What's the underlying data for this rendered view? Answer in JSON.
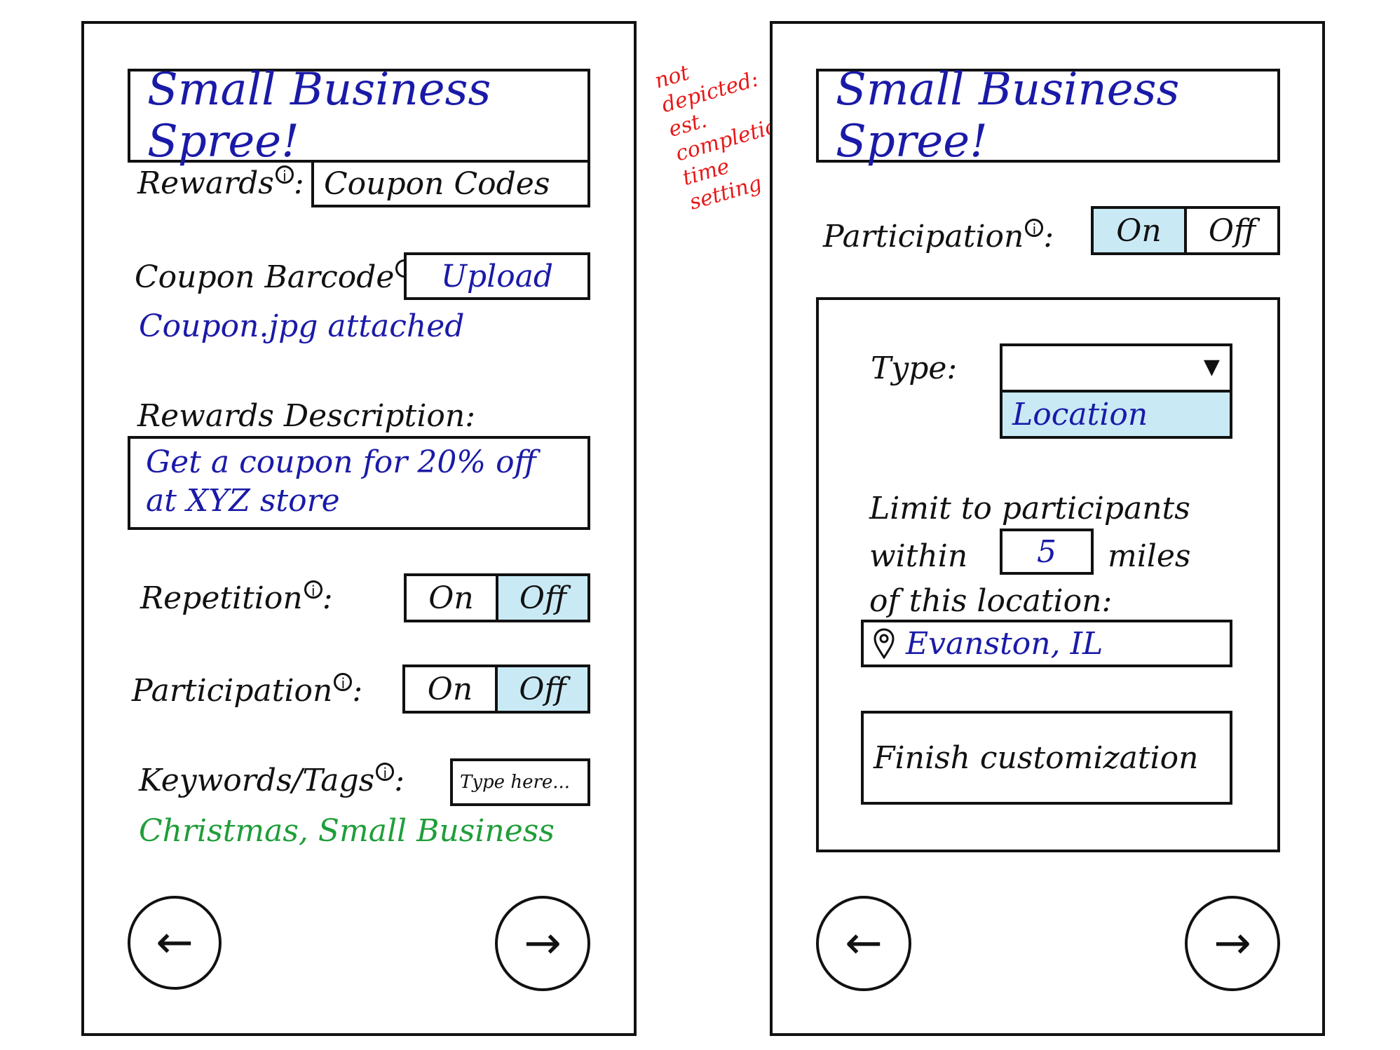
{
  "annotation": {
    "lines": [
      "not",
      "depicted:",
      "est.",
      "completion",
      "time",
      "setting"
    ]
  },
  "left_screen": {
    "title": "Small Business Spree!",
    "rewards": {
      "label": "Rewards",
      "colon": ":",
      "value": "Coupon Codes"
    },
    "coupon_barcode": {
      "label": "Coupon Barcode",
      "colon": ":",
      "button": "Upload",
      "status": "Coupon.jpg attached"
    },
    "rewards_description": {
      "label": "Rewards Description:",
      "line1": "Get a coupon for 20% off",
      "line2": "at XYZ store"
    },
    "repetition": {
      "label": "Repetition",
      "colon": ":",
      "on": "On",
      "off": "Off",
      "selected": "Off"
    },
    "participation": {
      "label": "Participation",
      "colon": ":",
      "on": "On",
      "off": "Off",
      "selected": "Off"
    },
    "keywords": {
      "label": "Keywords/Tags",
      "colon": ":",
      "placeholder": "Type here...",
      "tags": "Christmas, Small Business"
    },
    "nav": {
      "back": "←",
      "next": "→"
    }
  },
  "right_screen": {
    "title": "Small Business Spree!",
    "participation": {
      "label": "Participation",
      "colon": ":",
      "on": "On",
      "off": "Off",
      "selected": "On"
    },
    "type": {
      "label": "Type:",
      "dropdown_arrow": "▼",
      "option": "Location"
    },
    "limit": {
      "line1": "Limit to participants",
      "within": "within",
      "miles_value": "5",
      "miles": "miles",
      "line3": "of this location:"
    },
    "location": {
      "pin_icon": "location-pin",
      "value": "Evanston, IL"
    },
    "finish_button": "Finish customization",
    "nav": {
      "back": "←",
      "next": "→"
    }
  },
  "info_icon": "i",
  "colors": {
    "accent_blue": "#1a1aa8",
    "selected_fill": "#c9eaf5",
    "tag_green": "#1f9e3a",
    "note_red": "#e81818"
  }
}
